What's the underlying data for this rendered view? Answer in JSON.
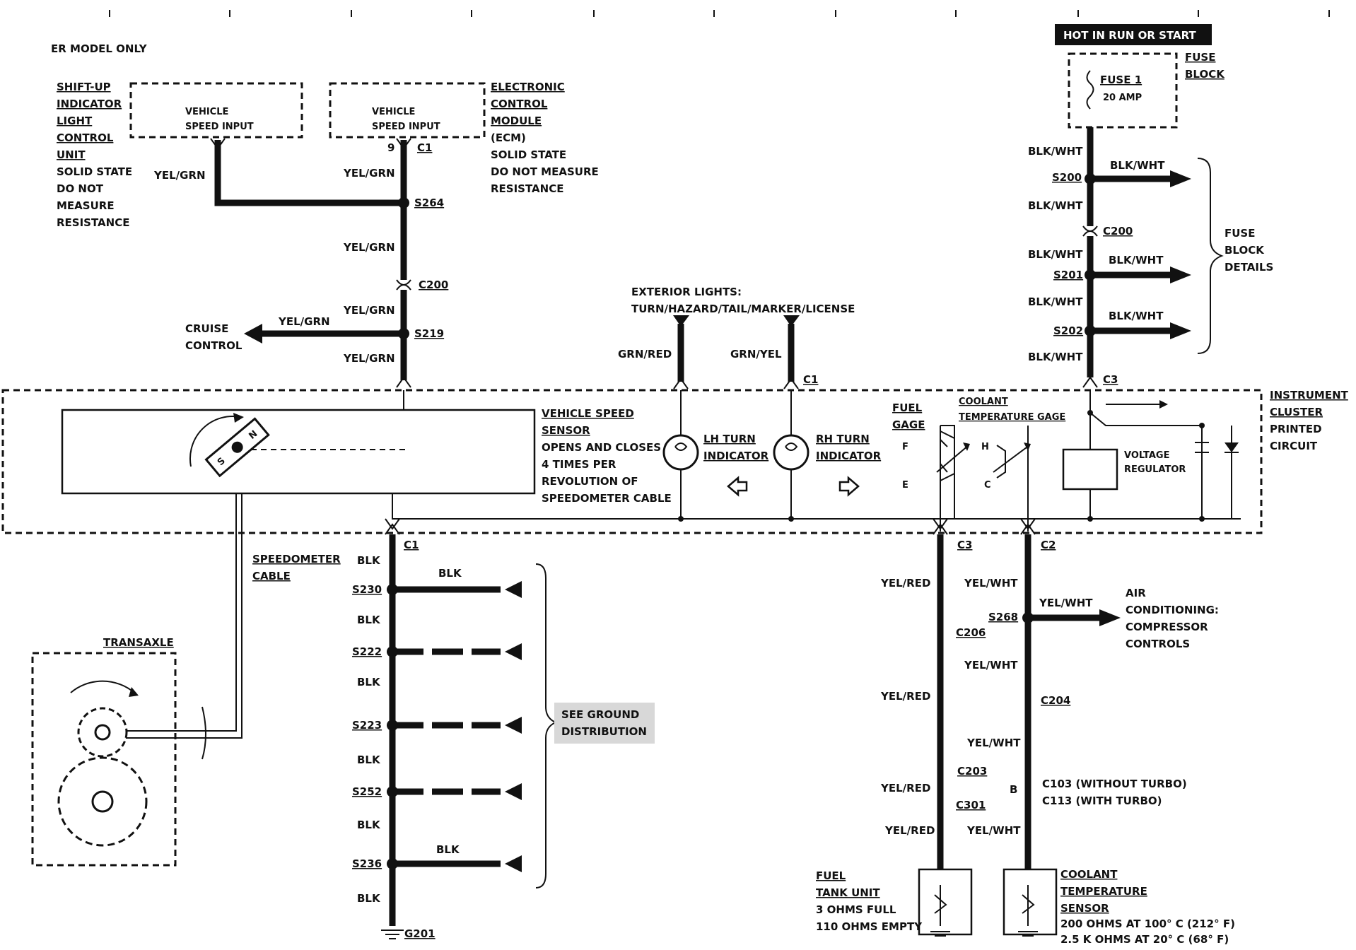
{
  "top_note": "ER MODEL ONLY",
  "hot_label": "HOT IN RUN OR START",
  "fuse_block": {
    "title": [
      "FUSE",
      "BLOCK"
    ],
    "fuse_name": "FUSE 1",
    "fuse_rating": "20 AMP",
    "details": [
      "FUSE",
      "BLOCK",
      "DETAILS"
    ]
  },
  "shift_up": {
    "title": [
      "SHIFT-UP",
      "INDICATOR",
      "LIGHT",
      "CONTROL",
      "UNIT"
    ],
    "note": [
      "SOLID STATE",
      "DO NOT",
      "MEASURE",
      "RESISTANCE"
    ],
    "box_text": [
      "VEHICLE",
      "SPEED INPUT"
    ]
  },
  "ecm": {
    "title": [
      "ELECTRONIC",
      "CONTROL",
      "MODULE"
    ],
    "abbr": "(ECM)",
    "note": [
      "SOLID STATE",
      "DO NOT MEASURE",
      "RESISTANCE"
    ],
    "box_text": [
      "VEHICLE",
      "SPEED INPUT"
    ],
    "pin": "9"
  },
  "cruise": [
    "CRUISE",
    "CONTROL"
  ],
  "exterior_lights": [
    "EXTERIOR LIGHTS:",
    "TURN/HAZARD/TAIL/MARKER/LICENSE"
  ],
  "cluster": {
    "title": [
      "INSTRUMENT",
      "CLUSTER",
      "PRINTED",
      "CIRCUIT"
    ],
    "vss": [
      "VEHICLE SPEED",
      "SENSOR"
    ],
    "vss_desc": [
      "OPENS AND CLOSES",
      "4 TIMES PER",
      "REVOLUTION OF",
      "SPEEDOMETER CABLE"
    ],
    "lh_turn": [
      "LH TURN",
      "INDICATOR"
    ],
    "rh_turn": [
      "RH TURN",
      "INDICATOR"
    ],
    "fuel_gage": [
      "FUEL",
      "GAGE"
    ],
    "coolant_gage": [
      "COOLANT",
      "TEMPERATURE GAGE"
    ],
    "voltage_reg": [
      "VOLTAGE",
      "REGULATOR"
    ],
    "gage_letters": {
      "f": "F",
      "e": "E",
      "h": "H",
      "c": "C"
    },
    "magnet": {
      "s": "S",
      "n": "N"
    }
  },
  "speedometer_cable": [
    "SPEEDOMETER",
    "CABLE"
  ],
  "transaxle": "TRANSAXLE",
  "ground_ref": [
    "SEE GROUND",
    "DISTRIBUTION"
  ],
  "ac": [
    "AIR",
    "CONDITIONING:",
    "COMPRESSOR",
    "CONTROLS"
  ],
  "fuel_tank": {
    "title": [
      "FUEL",
      "TANK UNIT"
    ],
    "specs": [
      "3 OHMS FULL",
      "110 OHMS EMPTY"
    ]
  },
  "coolant_sensor": {
    "title": [
      "COOLANT",
      "TEMPERATURE",
      "SENSOR"
    ],
    "specs": [
      "200 OHMS AT 100° C (212° F)",
      "2.5 K OHMS AT 20° C (68° F)"
    ]
  },
  "c103_label": "C103 (WITHOUT TURBO)",
  "c113_label": "C113 (WITH TURBO)",
  "pin_b": "B",
  "wire_colors": {
    "yel_grn": "YEL/GRN",
    "blk_wht": "BLK/WHT",
    "blk": "BLK",
    "grn_red": "GRN/RED",
    "grn_yel": "GRN/YEL",
    "yel_red": "YEL/RED",
    "yel_wht": "YEL/WHT"
  },
  "connectors": {
    "c1": "C1",
    "c200": "C200",
    "c3": "C3",
    "c2": "C2",
    "c206": "C206",
    "c203": "C203",
    "c301": "C301",
    "c204": "C204"
  },
  "splices": {
    "s264": "S264",
    "s219": "S219",
    "s200": "S200",
    "s201": "S201",
    "s202": "S202",
    "s230": "S230",
    "s222": "S222",
    "s223": "S223",
    "s252": "S252",
    "s236": "S236",
    "s268": "S268"
  },
  "ground": "G201"
}
